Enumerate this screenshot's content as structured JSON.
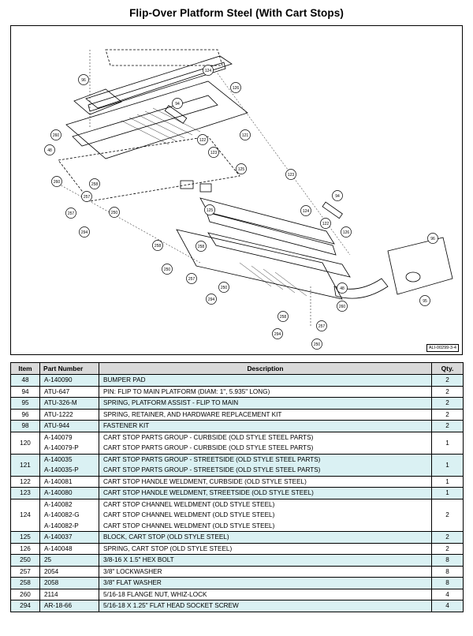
{
  "title": "Flip-Over Platform Steel (With Cart Stops)",
  "diagram": {
    "code": "ALI-00299-3-4",
    "callouts": [
      "124",
      "126",
      "96",
      "94",
      "121",
      "260",
      "48",
      "122",
      "123",
      "125",
      "260",
      "258",
      "257",
      "250",
      "294",
      "123",
      "124",
      "94",
      "122",
      "126",
      "96",
      "95",
      "125",
      "258",
      "250",
      "257",
      "258",
      "294",
      "250",
      "48",
      "260",
      "257",
      "294",
      "250",
      "258",
      "257"
    ]
  },
  "table": {
    "headers": {
      "item": "Item",
      "part": "Part Number",
      "desc": "Description",
      "qty": "Qty."
    },
    "rows": [
      {
        "item": "48",
        "parts": [
          "A-140090"
        ],
        "descs": [
          "BUMPER PAD"
        ],
        "qty": "2",
        "hl": true
      },
      {
        "item": "94",
        "parts": [
          "ATU-647"
        ],
        "descs": [
          "PIN: FLIP TO MAIN PLATFORM (DIAM: 1\", 5.935\" LONG)"
        ],
        "qty": "2",
        "hl": false
      },
      {
        "item": "95",
        "parts": [
          "ATU-326-M"
        ],
        "descs": [
          "SPRING, PLATFORM ASSIST - FLIP TO  MAIN"
        ],
        "qty": "2",
        "hl": true
      },
      {
        "item": "96",
        "parts": [
          "ATU-1222"
        ],
        "descs": [
          "SPRING, RETAINER, AND HARDWARE REPLACEMENT KIT"
        ],
        "qty": "2",
        "hl": false
      },
      {
        "item": "98",
        "parts": [
          "ATU-944"
        ],
        "descs": [
          "FASTENER KIT"
        ],
        "qty": "2",
        "hl": true
      },
      {
        "item": "120",
        "parts": [
          "A-140079",
          "A-140079-P"
        ],
        "descs": [
          "CART STOP PARTS GROUP - CURBSIDE (OLD STYLE STEEL PARTS)",
          "CART STOP PARTS GROUP - CURBSIDE (OLD STYLE STEEL PARTS)"
        ],
        "qty": "1",
        "hl": false
      },
      {
        "item": "121",
        "parts": [
          "A-140035",
          "A-140035-P"
        ],
        "descs": [
          "CART STOP PARTS GROUP - STREETSIDE (OLD STYLE STEEL PARTS)",
          "CART STOP PARTS GROUP - STREETSIDE (OLD STYLE STEEL PARTS)"
        ],
        "qty": "1",
        "hl": true
      },
      {
        "item": "122",
        "parts": [
          "A-140081"
        ],
        "descs": [
          "CART STOP HANDLE WELDMENT, CURBSIDE (OLD STYLE STEEL)"
        ],
        "qty": "1",
        "hl": false
      },
      {
        "item": "123",
        "parts": [
          "A-140080"
        ],
        "descs": [
          "CART STOP HANDLE WELDMENT, STREETSIDE (OLD STYLE STEEL)"
        ],
        "qty": "1",
        "hl": true
      },
      {
        "item": "124",
        "parts": [
          "A-140082",
          "A-140082-G",
          "A-140082-P"
        ],
        "descs": [
          "CART STOP CHANNEL WELDMENT (OLD STYLE STEEL)",
          "CART STOP CHANNEL WELDMENT (OLD STYLE STEEL)",
          "CART STOP CHANNEL WELDMENT (OLD STYLE STEEL)"
        ],
        "qty": "2",
        "hl": false
      },
      {
        "item": "125",
        "parts": [
          "A-140037"
        ],
        "descs": [
          "BLOCK, CART STOP (OLD STYLE STEEL)"
        ],
        "qty": "2",
        "hl": true
      },
      {
        "item": "126",
        "parts": [
          "A-140048"
        ],
        "descs": [
          "SPRING, CART STOP (OLD STYLE STEEL)"
        ],
        "qty": "2",
        "hl": false
      },
      {
        "item": "250",
        "parts": [
          "25"
        ],
        "descs": [
          "3/8-16 X 1.5\" HEX BOLT"
        ],
        "qty": "8",
        "hl": true
      },
      {
        "item": "257",
        "parts": [
          "2054"
        ],
        "descs": [
          "3/8\" LOCKWASHER"
        ],
        "qty": "8",
        "hl": false
      },
      {
        "item": "258",
        "parts": [
          "2058"
        ],
        "descs": [
          "3/8\" FLAT WASHER"
        ],
        "qty": "8",
        "hl": true
      },
      {
        "item": "260",
        "parts": [
          "2114"
        ],
        "descs": [
          "5/16-18 FLANGE NUT, WHIZ-LOCK"
        ],
        "qty": "4",
        "hl": false
      },
      {
        "item": "294",
        "parts": [
          "AR-18-66"
        ],
        "descs": [
          "5/16-18 X 1.25\" FLAT HEAD SOCKET SCREW"
        ],
        "qty": "4",
        "hl": true
      }
    ]
  }
}
